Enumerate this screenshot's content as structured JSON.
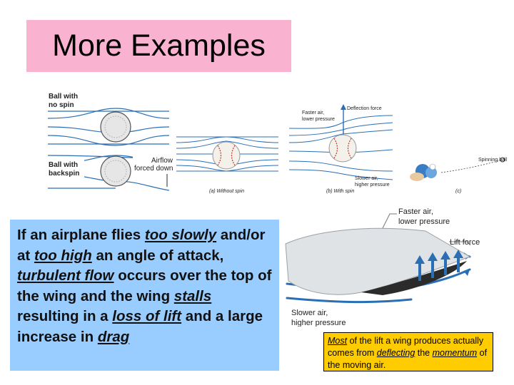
{
  "slide": {
    "title": "More Examples"
  },
  "figure_left": {
    "label_no_spin": [
      "Ball with",
      "no spin"
    ],
    "label_backspin": [
      "Ball with",
      "backspin"
    ],
    "label_airflow": [
      "Airflow",
      "forced down"
    ]
  },
  "figure_middle": {
    "caption_a": "(a)  Without spin",
    "caption_b": "(b)  With spin",
    "label_faster": [
      "Faster air,",
      "lower pressure"
    ],
    "label_deflection": "Deflection force",
    "label_slower": [
      "Slower air,",
      "higher pressure"
    ]
  },
  "figure_right": {
    "label_spinning": "Spinning ball",
    "caption_c": "(c)"
  },
  "figure_wing": {
    "label_faster": [
      "Faster air,",
      "lower pressure"
    ],
    "label_lift": "Lift force",
    "label_slower": [
      "Slower air,",
      "higher pressure"
    ]
  },
  "main_text": {
    "s1": "If an airplane flies ",
    "u1": "too slowly",
    "s2": " and/or at ",
    "u2": "too high",
    "s3": " an angle of attack, ",
    "u3": "turbulent flow",
    "s4": " occurs over the top of the wing and the wing ",
    "u4": "stalls",
    "s5": " resulting in a ",
    "u5": "loss of lift",
    "s6": " and a large increase in ",
    "u6": "drag"
  },
  "note": {
    "u1": "Most",
    "s1": " of the lift a wing produces actually comes from ",
    "u2": "deflecting",
    "s2": " the ",
    "u3": "momentum",
    "s3": " of the moving air."
  }
}
